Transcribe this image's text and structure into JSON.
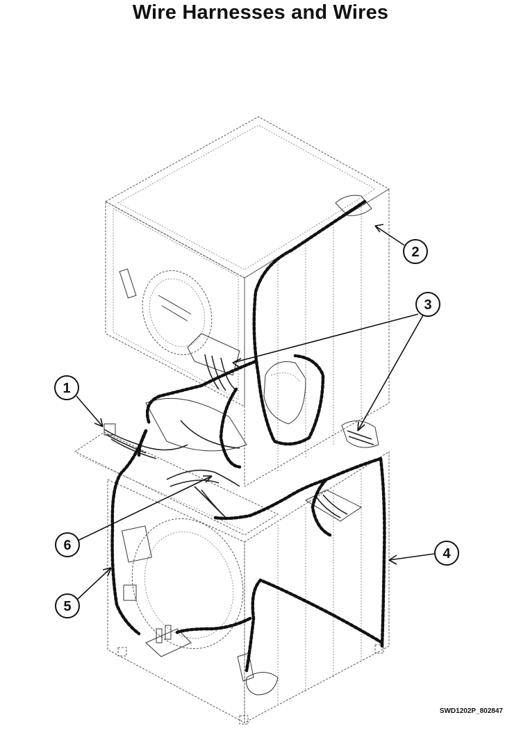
{
  "title": "Wire Harnesses and Wires",
  "callouts": [
    {
      "label": "1"
    },
    {
      "label": "2"
    },
    {
      "label": "3"
    },
    {
      "label": "4"
    },
    {
      "label": "5"
    },
    {
      "label": "6"
    }
  ],
  "drawing_code": "SWD1202P_802847"
}
